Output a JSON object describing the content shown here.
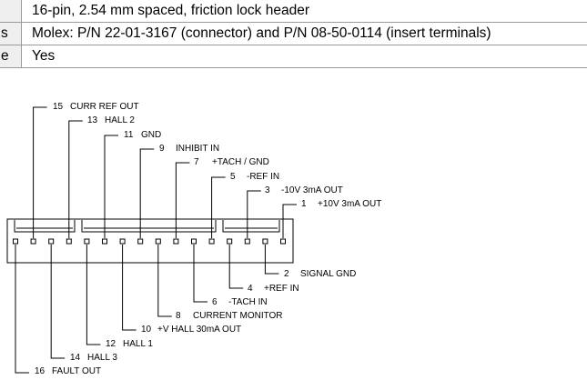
{
  "spec_rows": [
    {
      "key_fragment": "",
      "value": "16-pin, 2.54 mm spaced, friction lock header"
    },
    {
      "key_fragment": "s",
      "value": "Molex: P/N 22-01-3167 (connector) and P/N 08-50-0114 (insert terminals)"
    },
    {
      "key_fragment": "e",
      "value": "Yes"
    }
  ],
  "pins_top": [
    {
      "num": "15",
      "name": "CURR REF OUT"
    },
    {
      "num": "13",
      "name": "HALL 2"
    },
    {
      "num": "11",
      "name": "GND"
    },
    {
      "num": "9",
      "name": "INHIBIT IN"
    },
    {
      "num": "7",
      "name": "+TACH / GND"
    },
    {
      "num": "5",
      "name": "-REF IN"
    },
    {
      "num": "3",
      "name": "-10V 3mA OUT"
    },
    {
      "num": "1",
      "name": "+10V 3mA OUT"
    }
  ],
  "pins_bottom": [
    {
      "num": "2",
      "name": "SIGNAL GND"
    },
    {
      "num": "4",
      "name": "+REF IN"
    },
    {
      "num": "6",
      "name": "-TACH IN"
    },
    {
      "num": "8",
      "name": "CURRENT MONITOR"
    },
    {
      "num": "10",
      "name": "+V HALL 30mA OUT"
    },
    {
      "num": "12",
      "name": "HALL 1"
    },
    {
      "num": "14",
      "name": "HALL 3"
    },
    {
      "num": "16",
      "name": "FAULT OUT"
    }
  ]
}
